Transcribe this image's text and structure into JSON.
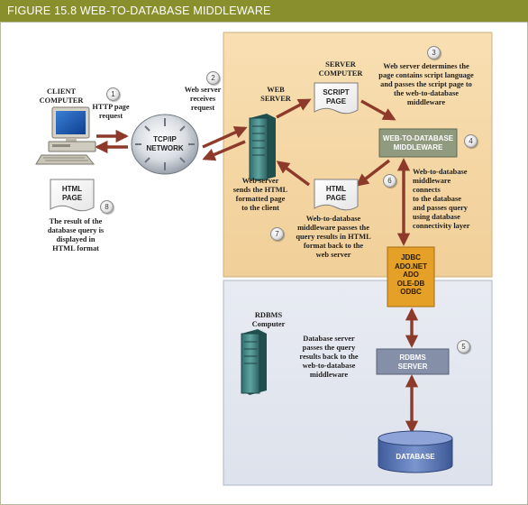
{
  "figure_title": "FIGURE 15.8  WEB-TO-DATABASE MIDDLEWARE",
  "colors": {
    "title_bar": "#8a8f2e",
    "web_tier_panel": "#f6d9a8",
    "db_tier_panel": "#e3e7ef",
    "arrow": "#8e3a2a",
    "middleware_box": "#8f9a7e",
    "rdbms_box": "#8590a8",
    "database": "#5b76b4",
    "connectivity_box": "#e5a027"
  },
  "nodes": {
    "client_computer": "CLIENT\nCOMPUTER",
    "tcpip_network": "TCP/IP\nNETWORK",
    "web_server": "WEB\nSERVER",
    "server_computer": "SERVER\nCOMPUTER",
    "script_page": "SCRIPT\nPAGE",
    "html_page_server": "HTML\nPAGE",
    "html_page_client": "HTML\nPAGE",
    "middleware": "WEB-TO-DATABASE\nMIDDLEWARE",
    "connectivity_layer": "JDBC\nADO.NET\nADO\nOLE-DB\nODBC",
    "rdbms_computer": "RDBMS\nComputer",
    "rdbms_server": "RDBMS\nSERVER",
    "database": "DATABASE"
  },
  "steps": {
    "s1_num": "1",
    "s1": "HTTP page\nrequest",
    "s2_num": "2",
    "s2": "Web server\nreceives\nrequest",
    "s3_num": "3",
    "s3": "Web server determines the\npage contains script language\nand passes the script page to\nthe web-to-database\nmiddleware",
    "s4_num": "4",
    "s4": "Web-to-database\nmiddleware\nconnects\nto the database\nand passes query\nusing database\nconnectivity layer",
    "s5_num": "5",
    "s5": "Database server\npasses the query\nresults back to the\nweb-to-database\nmiddleware",
    "s6_num": "6",
    "s6": "Web-to-database\nmiddleware passes the\nquery results in HTML\nformat back to the\nweb server",
    "s7_num": "7",
    "s7": "Web server\nsends the HTML\nformatted page\nto the client",
    "s8_num": "8",
    "s8": "The result of the\ndatabase query is\ndisplayed in\nHTML format"
  }
}
